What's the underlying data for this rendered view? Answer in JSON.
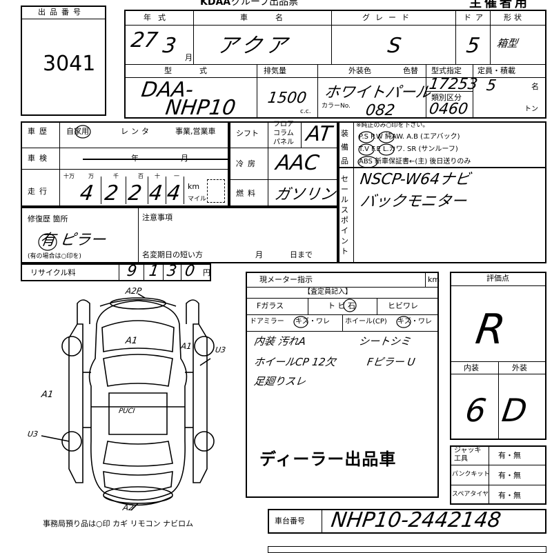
{
  "header": {
    "auction": "KDAA",
    "title_suffix": "グループ出品票",
    "organizer": "主催者用"
  },
  "lot": {
    "label": "出品番号",
    "number": "3041"
  },
  "columns": {
    "year": "年式",
    "name": "車名",
    "grade": "グレード",
    "doors": "ドア",
    "shape": "形状",
    "model": "型式",
    "displacement": "排気量",
    "exterior": "外装色",
    "color_no": "色替",
    "model_designation": "型式指定",
    "category": "類別区分",
    "capacity": "定員・積載"
  },
  "vehicle": {
    "year": "27",
    "month": "3",
    "month_unit": "月",
    "name": "アクア",
    "grade": "S",
    "doors": "5",
    "shape": "箱型",
    "model_line1": "DAA-",
    "model_line2": "NHP10",
    "displacement": "1500",
    "cc": "c.c.",
    "exterior_color": "ホワイトパール",
    "color_no_label": "カラーNo.",
    "color_no": "082",
    "model_designation": "17253",
    "category": "0460",
    "capacity": "5",
    "capacity_unit": "名",
    "load_unit": "トン"
  },
  "history": {
    "label": "車歴",
    "options": [
      "自家用",
      "レンタ",
      "事業,営業車"
    ],
    "inspection_label": "車検",
    "year_label": "年",
    "month_label": "月",
    "mileage_label": "走行",
    "mileage_units": [
      "十万",
      "万",
      "千",
      "百",
      "十",
      "一"
    ],
    "mileage_value": [
      "4",
      "2",
      "2",
      "4",
      "4"
    ],
    "km": "km",
    "mile": "マイル"
  },
  "specs": {
    "shift_label": "シフト",
    "shift_options": [
      "フロア",
      "コラム",
      "パネル"
    ],
    "shift_value": "AT",
    "ac_label": "冷房",
    "ac_value": "AAC",
    "fuel_label": "燃料",
    "fuel_value": "ガソリン"
  },
  "equipment": {
    "label": "装備品",
    "note": "※純正のみ○印を下さい。",
    "row1": "P.S  P.W  純AW. A.B (エアバック)",
    "row2": "T.V  F.E  L.カワ. SR (サンルーフ)",
    "row3": "ABS  新車保証書←(主) 後日送りのみ"
  },
  "sales_point": {
    "label": "セールスポイント",
    "line1": "NSCP-W64ナビ",
    "line2": "バックモニター"
  },
  "repair": {
    "label": "修復歴 箇所",
    "value": "有 ピラー",
    "note": "(有の場合は○印を)"
  },
  "remarks": {
    "label": "注意事項",
    "short_label": "名変期日の短い方",
    "month": "月",
    "day": "日まで"
  },
  "recycle": {
    "label": "リサイクル料",
    "digits": [
      "9",
      "1",
      "3",
      "0"
    ],
    "unit": "円"
  },
  "meter": {
    "label": "現メーター指示",
    "unit": "km"
  },
  "inspector": {
    "label": "【査定員記入】",
    "glass": "Fガラス",
    "stone": "ト ビ 石",
    "crack": "ヒビワレ",
    "mirror": "ドアミラー",
    "mirror_marks": "キズ・ワレ",
    "wheel": "ホイール(CP)",
    "wheel_marks": "キズ・ワレ",
    "notes": [
      "内装 汚れA",
      "シートシミ",
      "ホイールCP 12欠",
      "Fピラー U",
      "足廻りスレ"
    ]
  },
  "stamp": "ディーラー出品車",
  "grade_box": {
    "label": "評価点",
    "score": "R",
    "interior_label": "内装",
    "exterior_label": "外装",
    "interior": "6",
    "exterior": "D"
  },
  "tools": [
    {
      "label": "ジャッキ工具",
      "value": "有・無"
    },
    {
      "label": "パンクキット",
      "value": "有・無"
    },
    {
      "label": "スペアタイヤ",
      "value": "有・無"
    }
  ],
  "diagram_marks": [
    "A2P",
    "A1",
    "A1",
    "U3",
    "A1",
    "PUCI",
    "U3",
    "A2"
  ],
  "office": "事務局預り品は○印  カギ リモコン ナビロム",
  "chassis": {
    "label": "車台番号",
    "value": "NHP10-2442148"
  }
}
